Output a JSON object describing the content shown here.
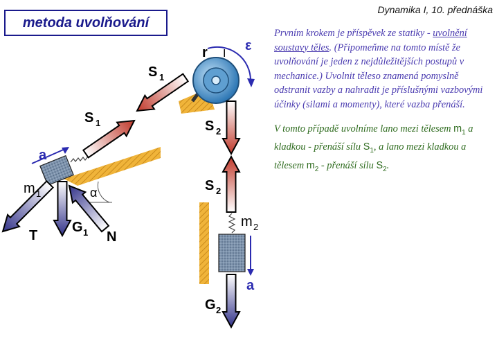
{
  "header": {
    "lecture": "Dynamika I, 10. přednáška"
  },
  "title": "metoda uvolňování",
  "text": {
    "p1_a": "Prvním krokem je příspěvek ze statiky - ",
    "p1_b": "uvolnění soustavy těles",
    "p1_c": ". (Připomeňme na tomto místě že uvolňování je jeden z nejdůležitějších postupů v mechanice.) Uvolnit těleso znamená pomyslně odstranit vazby a nahradit je příslušnými vazbovými účinky (silami a momenty), které vazba přenáší.",
    "p2_a": "V tomto případě uvolníme lano mezi tělesem ",
    "p2_m1": "m",
    "p2_m1_sub": "1",
    "p2_b": " a kladkou - přenáší sílu ",
    "p2_s1": "S",
    "p2_s1_sub": "1",
    "p2_c": ", a lano mezi kladkou a tělesem ",
    "p2_m2": "m",
    "p2_m2_sub": "2",
    "p2_d": " - přenáší sílu ",
    "p2_s2": "S",
    "p2_s2_sub": "2",
    "p2_e": "."
  },
  "diagram": {
    "S_letter": "S",
    "sub1": "1",
    "sub2": "2",
    "G_letter": "G",
    "m_letter": "m",
    "T": "T",
    "N": "N",
    "a": "a",
    "alpha": "α",
    "r": "r",
    "I": "I",
    "epsilon": "ε"
  },
  "colors": {
    "arrow_red": "#c0392b",
    "arrow_blue": "#3a3a9a",
    "text_purple": "#4a3bb0",
    "text_green": "#2e6b1e",
    "title_blue": "#1a1a8c"
  }
}
